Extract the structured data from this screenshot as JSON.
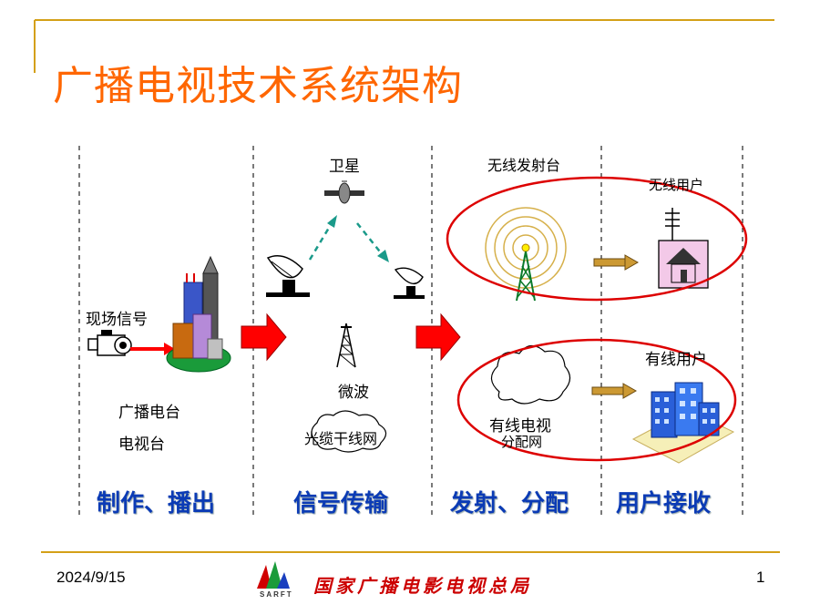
{
  "title": "广播电视技术系统架构",
  "labels": {
    "live_signal": "现场信号",
    "broadcast_station": "广播电台",
    "tv_station": "电视台",
    "satellite": "卫星",
    "microwave": "微波",
    "fiber_backbone": "光缆干线网",
    "wireless_transmitter": "无线发射台",
    "cable_tv_network_line1": "有线电视",
    "cable_tv_network_line2": "分配网",
    "wireless_users": "无线用户",
    "cable_users": "有线用户"
  },
  "stages": [
    "制作、播出",
    "信号传输",
    "发射、分配",
    "用户接收"
  ],
  "footer": {
    "date": "2024/9/15",
    "organization": "国家广播电影电视总局",
    "logo_text": "SARFT",
    "page_number": "1"
  },
  "colors": {
    "title": "#ff6600",
    "stage_text": "#0b3bb5",
    "big_arrow": "#ff0000",
    "small_arrow": "#cc9933",
    "ellipse": "#dd0000",
    "accent_line": "#d4a017",
    "footer_org": "#cc0000"
  },
  "icons": [
    "video-camera-icon",
    "tv-station-building-icon",
    "satellite-icon",
    "satellite-dish-icon",
    "microwave-tower-icon",
    "cloud-network-icon",
    "transmitter-tower-icon",
    "house-antenna-icon",
    "office-building-icon"
  ]
}
